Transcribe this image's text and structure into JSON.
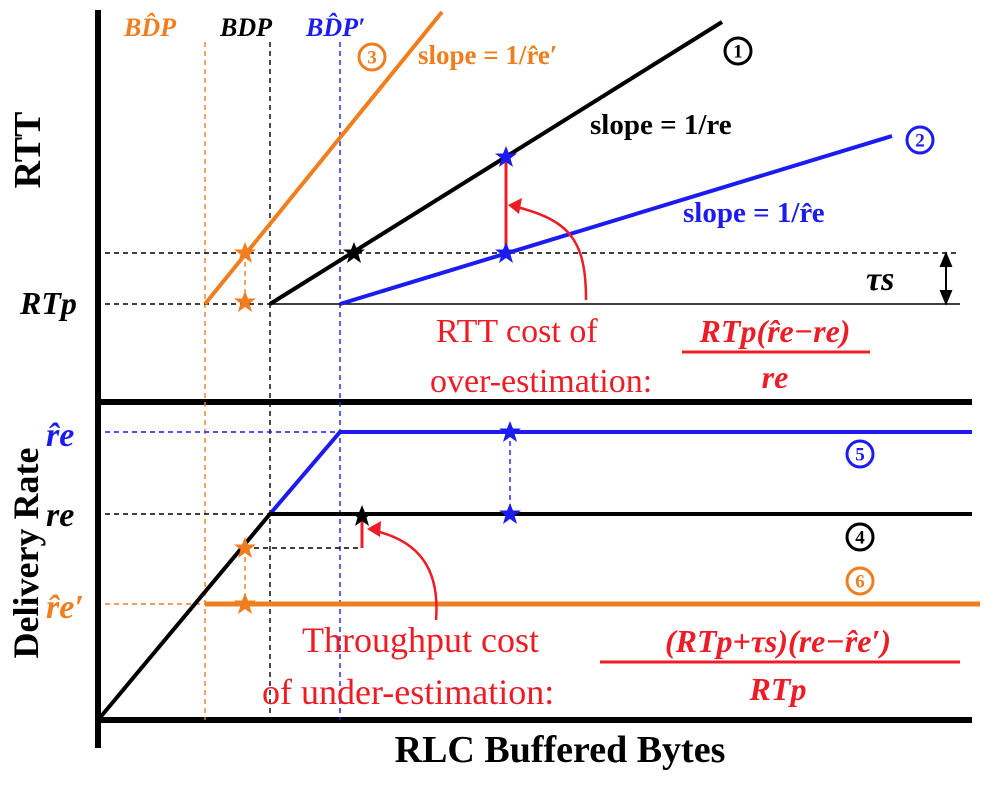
{
  "colors": {
    "black": "#000000",
    "blue": "#1c1cf0",
    "orange": "#f07d1e",
    "red": "#ee1c25"
  },
  "labels": {
    "y_top": "RTT",
    "y_bottom": "Delivery Rate",
    "x_axis": "RLC Buffered Bytes",
    "bdp_hat": "BD̂P",
    "bdp": "BDP",
    "bdp_hat_prime": "BD̂P′",
    "rtp": "RTp",
    "tau_s": "τs",
    "re_hat": "r̂e",
    "re": "re",
    "re_hat_prime": "r̂e′"
  },
  "slopes": {
    "black": "slope = 1/re",
    "blue": "slope = 1/r̂e",
    "orange": "slope = 1/r̂e′"
  },
  "markers": [
    "1",
    "2",
    "3",
    "4",
    "5",
    "6"
  ],
  "annotations": {
    "rtt_cost_line1": "RTT cost of",
    "rtt_cost_line2": "over-estimation:",
    "rtt_cost_num": "RTp(r̂e−re)",
    "rtt_cost_den": "re",
    "tput_cost_line1": "Throughput cost",
    "tput_cost_line2": "of under-estimation:",
    "tput_cost_num": "(RTp+τs)(re−r̂e′)",
    "tput_cost_den": "RTp"
  }
}
